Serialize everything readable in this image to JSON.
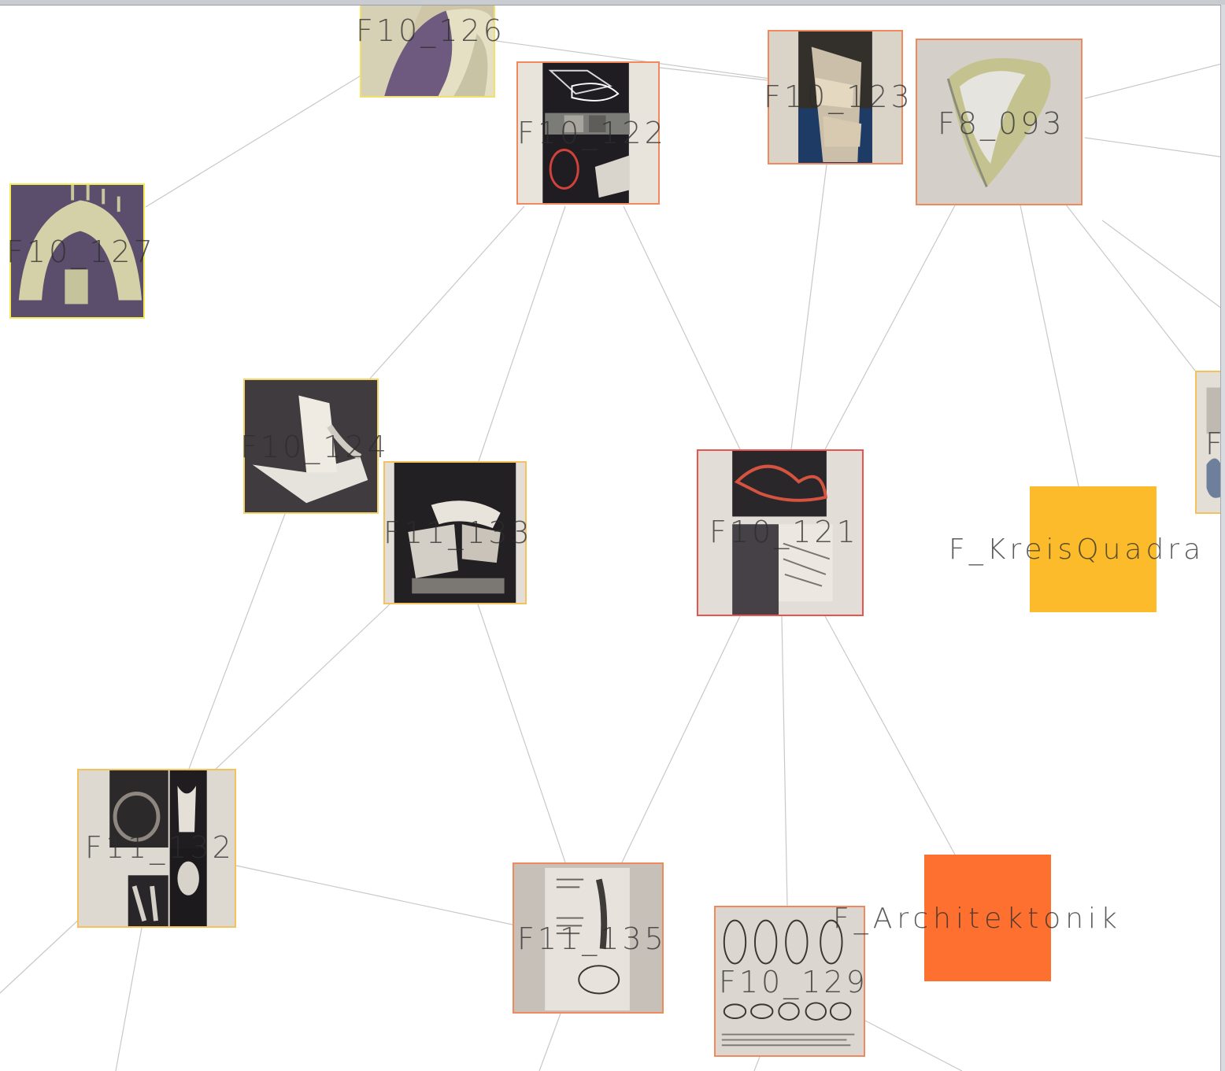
{
  "graph": {
    "image_nodes": [
      {
        "id": "F10_126",
        "label": "F10_126",
        "border": "#f1e06b",
        "icon": "photo-thumbnail"
      },
      {
        "id": "F10_122",
        "label": "F10_122",
        "border": "#f08a5d",
        "icon": "photo-thumbnail"
      },
      {
        "id": "F10_123",
        "label": "F10_123",
        "border": "#f08a5d",
        "icon": "photo-thumbnail"
      },
      {
        "id": "F8_093",
        "label": "F8_093",
        "border": "#f08a5d",
        "icon": "photo-thumbnail"
      },
      {
        "id": "F10_127",
        "label": "F10_127",
        "border": "#f4ea54",
        "icon": "photo-thumbnail"
      },
      {
        "id": "F10_124",
        "label": "F10_124",
        "border": "#f4d36a",
        "icon": "photo-thumbnail"
      },
      {
        "id": "F11_133",
        "label": "F11_133",
        "border": "#f4c15d",
        "icon": "photo-thumbnail"
      },
      {
        "id": "F10_121",
        "label": "F10_121",
        "border": "#e8554f",
        "icon": "photo-thumbnail"
      },
      {
        "id": "F11_132",
        "label": "F11_132",
        "border": "#f4c15d",
        "icon": "photo-thumbnail"
      },
      {
        "id": "F11_135",
        "label": "F11_135",
        "border": "#f08a5d",
        "icon": "photo-thumbnail"
      },
      {
        "id": "F10_129",
        "label": "F10_129",
        "border": "#f08a5d",
        "icon": "photo-thumbnail"
      },
      {
        "id": "F_right",
        "label": "F",
        "border": "#f4c15d",
        "icon": "photo-thumbnail"
      }
    ],
    "category_nodes": [
      {
        "id": "F_KreisQuadrat",
        "label": "F_KreisQuadra",
        "color": "#fbbb2a"
      },
      {
        "id": "F_Architektonik",
        "label": "F_Architektonik",
        "color": "#fd7030"
      }
    ],
    "edge_color": "#c8c8c8"
  }
}
